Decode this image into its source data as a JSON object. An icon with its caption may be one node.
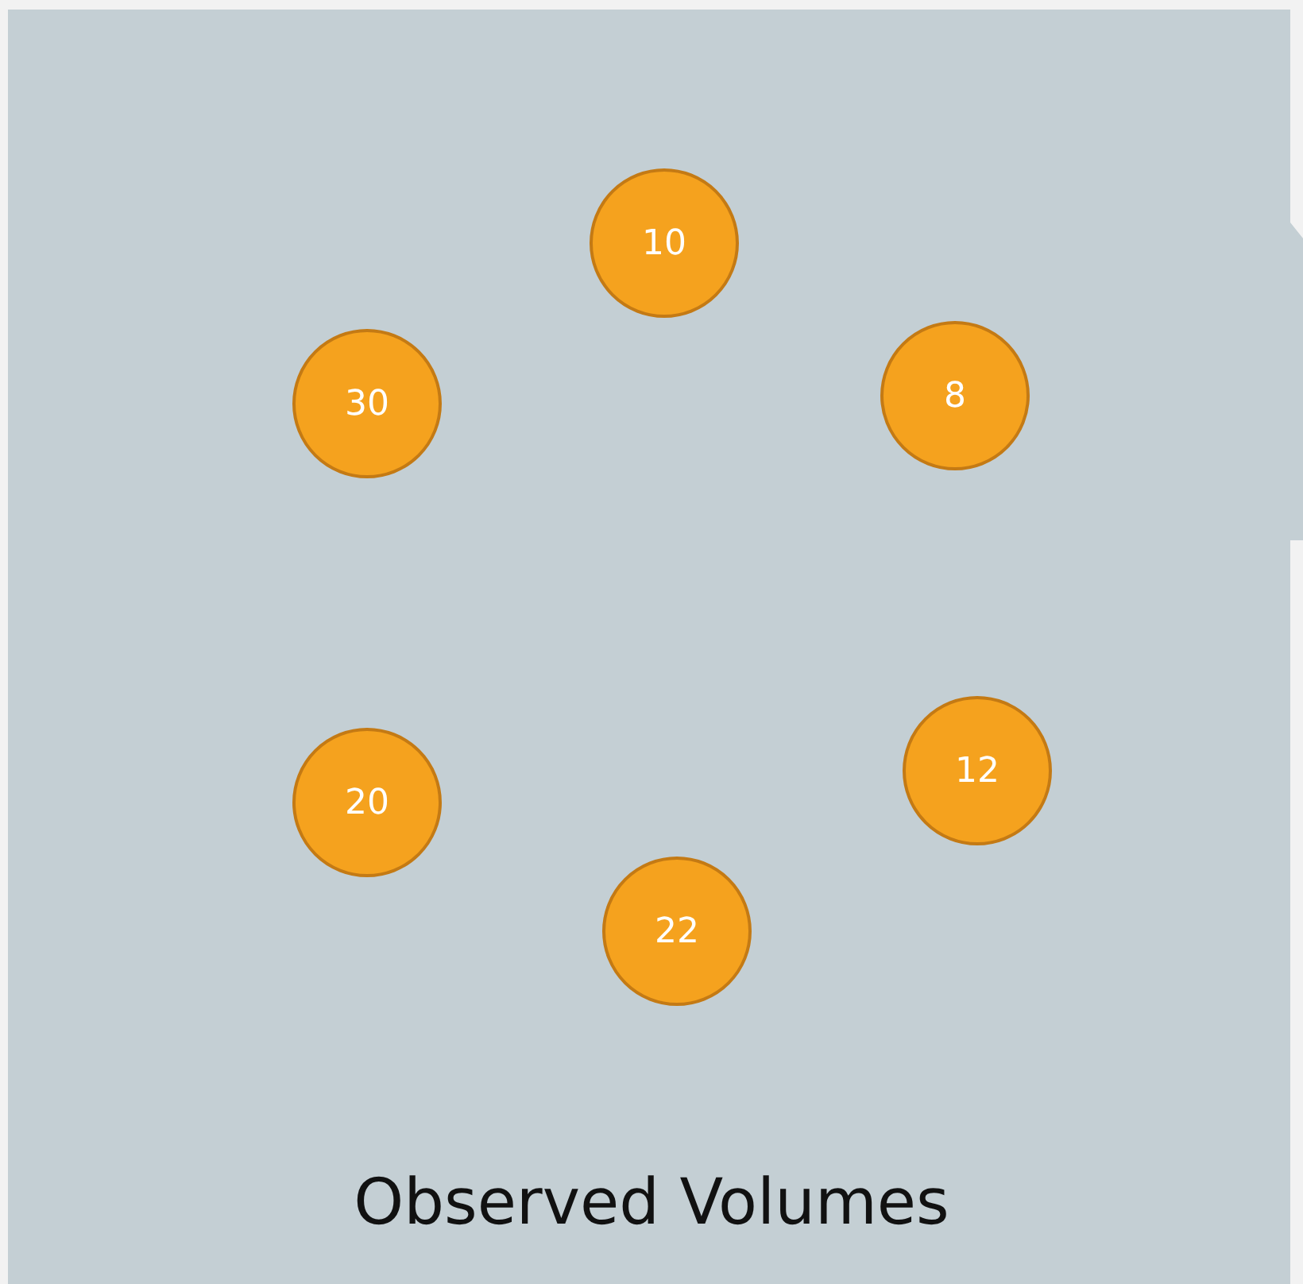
{
  "diagram": {
    "title": "Observed Volumes",
    "nodes": [
      {
        "text": [
          "10"
        ]
      },
      {
        "text": [
          "30"
        ]
      },
      {
        "text": [
          "8"
        ]
      },
      {
        "text": [
          "20"
        ]
      },
      {
        "text": [
          "12"
        ]
      },
      {
        "text": [
          "22"
        ]
      }
    ]
  }
}
